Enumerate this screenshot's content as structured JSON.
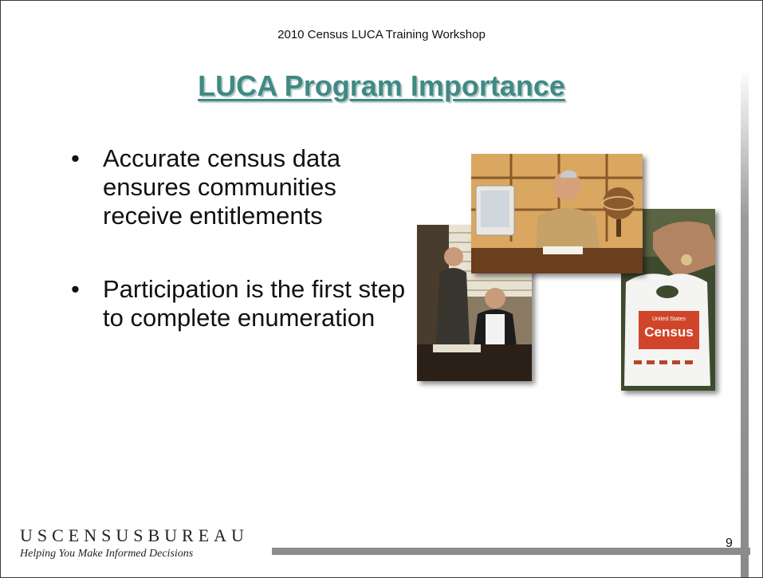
{
  "header": {
    "workshop_title": "2010 Census LUCA Training Workshop"
  },
  "slide": {
    "title": "LUCA Program Importance",
    "bullets": [
      "Accurate census data ensures communities receive entitlements",
      "Participation is the first step to complete enumeration"
    ],
    "page_number": "9"
  },
  "footer": {
    "logo_text": "USCENSUSBUREAU",
    "tagline": "Helping You Make Informed Decisions"
  },
  "images": {
    "bag_label": "Census",
    "bag_sublabel": "United States"
  },
  "colors": {
    "title": "#3f8a84",
    "accent_bar": "#8c8c8c"
  }
}
